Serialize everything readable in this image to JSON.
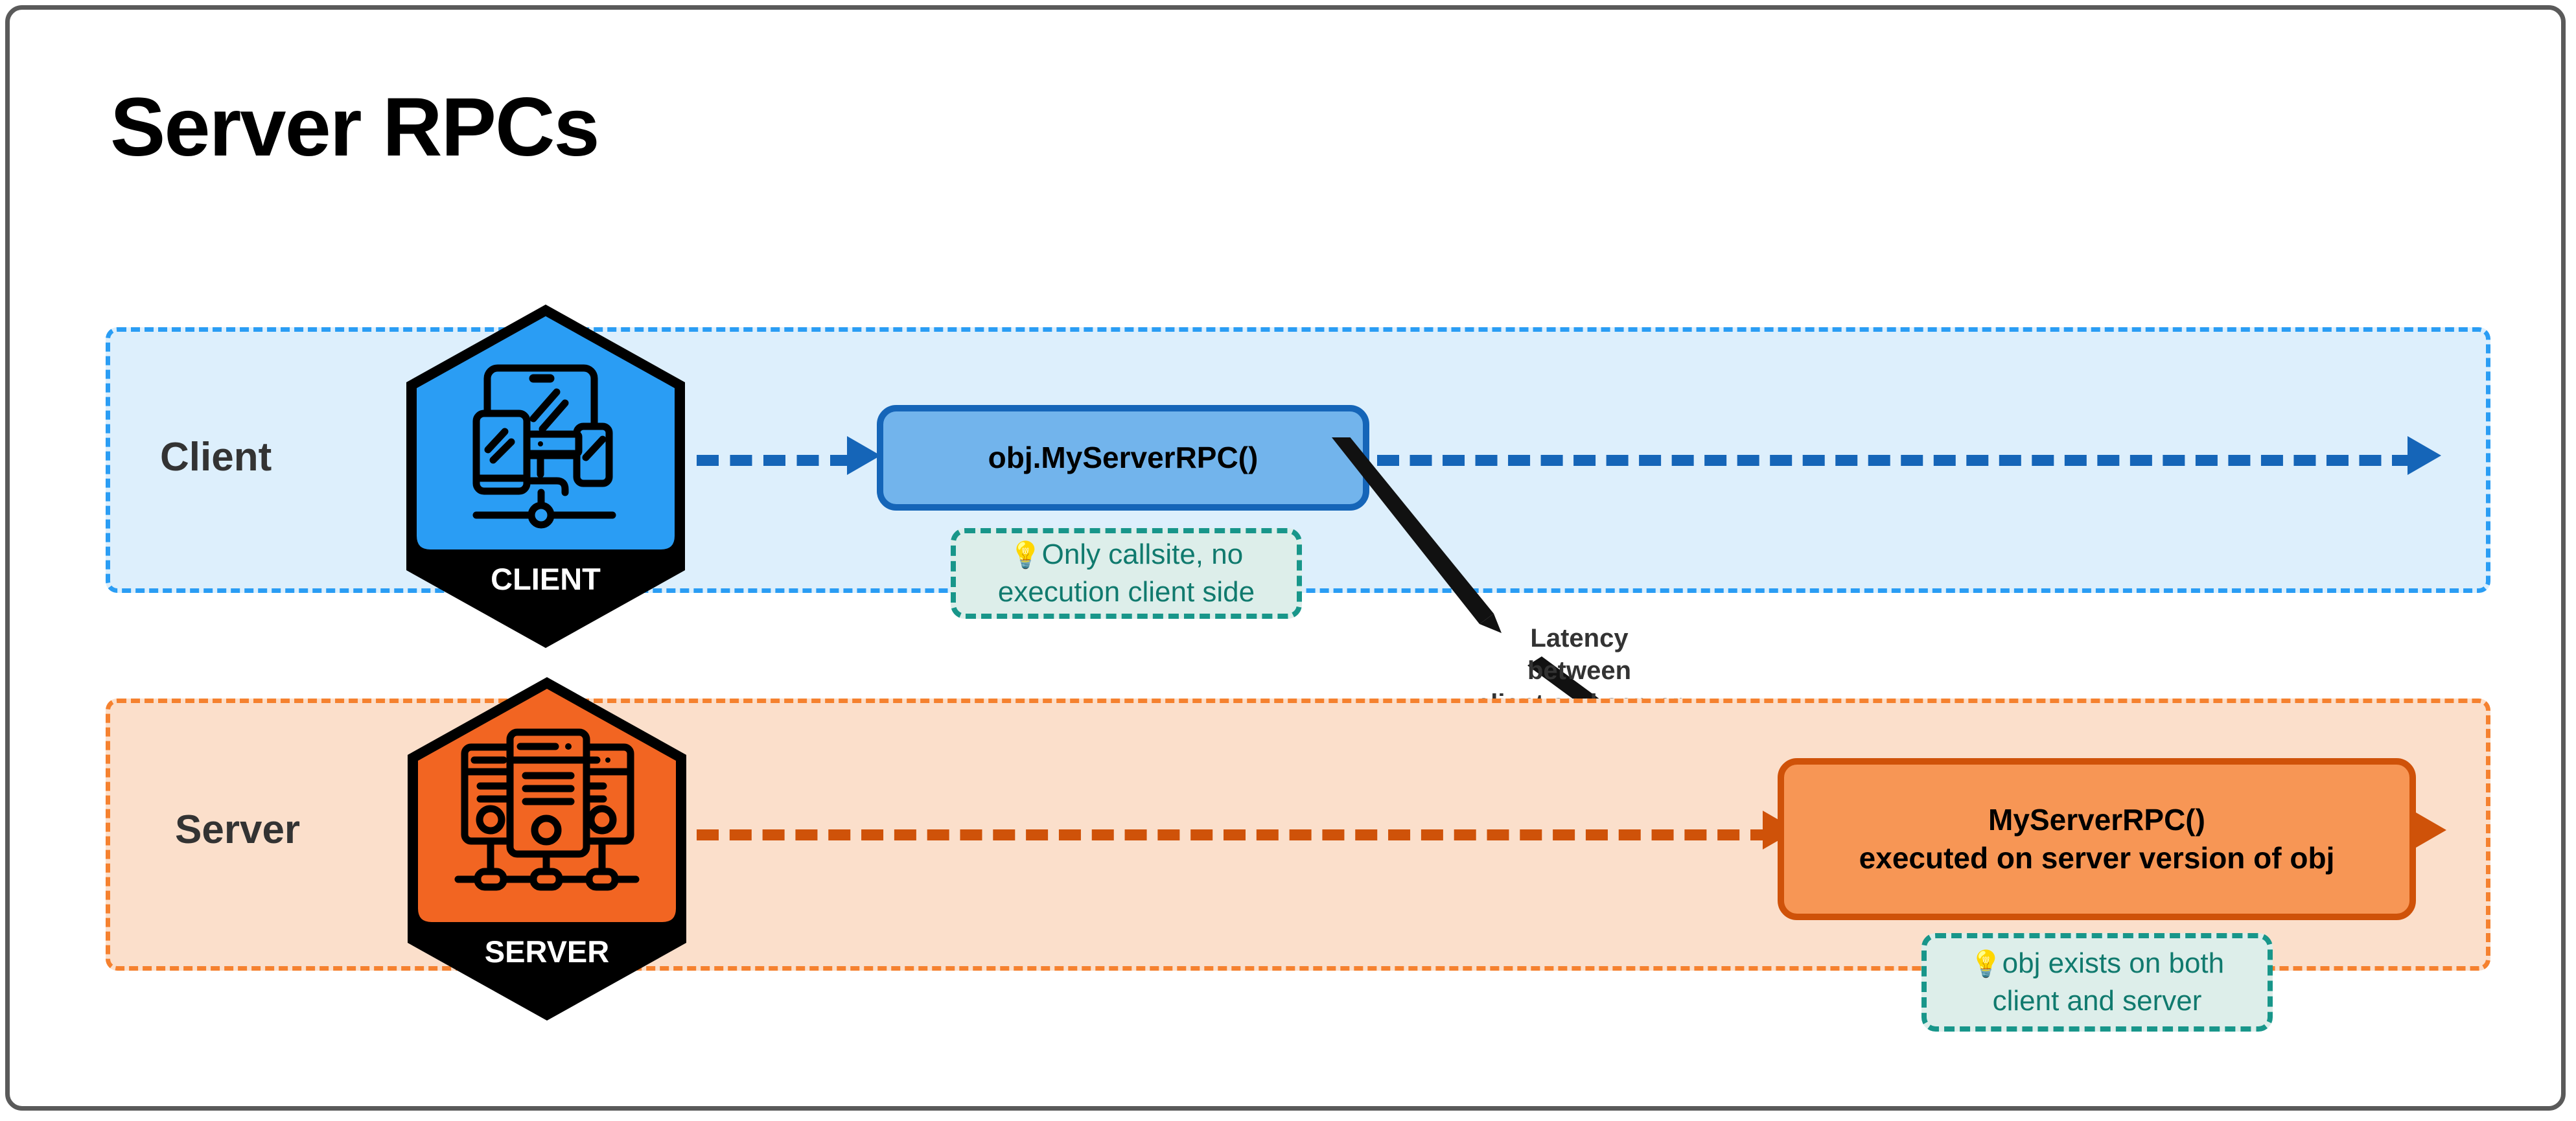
{
  "page": {
    "title": "Server RPCs"
  },
  "lanes": [
    {
      "id": "client",
      "label": "Client",
      "band_fill": "#ddeffc",
      "band_border": "#2a9df4",
      "badge": {
        "caption": "CLIENT",
        "icon": "client-devices-icon",
        "color": "#2a9df4"
      },
      "timeline_color": "#1565b8"
    },
    {
      "id": "server",
      "label": "Server",
      "band_fill": "#fbdfcb",
      "band_border": "#f5812f",
      "badge": {
        "caption": "SERVER",
        "icon": "server-racks-icon",
        "color": "#f26522"
      },
      "timeline_color": "#cf5209"
    }
  ],
  "rpc_client": {
    "label": "obj.MyServerRPC()",
    "fill": "#72b4ec",
    "border": "#1565b8"
  },
  "rpc_server": {
    "label_line1": "MyServerRPC()",
    "label_line2": "executed on server version of obj",
    "fill": "#f79655",
    "border": "#cf5209"
  },
  "notes": [
    {
      "id": "client-note",
      "bulb": "💡",
      "text": "Only callsite, no execution client side",
      "fill": "#ddeeea",
      "border": "#18968a",
      "text_color": "#107a6e"
    },
    {
      "id": "server-note",
      "bulb": "💡",
      "text": "obj exists on both client and server",
      "fill": "#ddeeea",
      "border": "#18968a",
      "text_color": "#107a6e"
    }
  ],
  "latency": {
    "line1": "Latency between",
    "line2": "client and server",
    "color": "#333333"
  },
  "frame": {
    "border_color": "#5a5a5a",
    "background": "#ffffff"
  }
}
